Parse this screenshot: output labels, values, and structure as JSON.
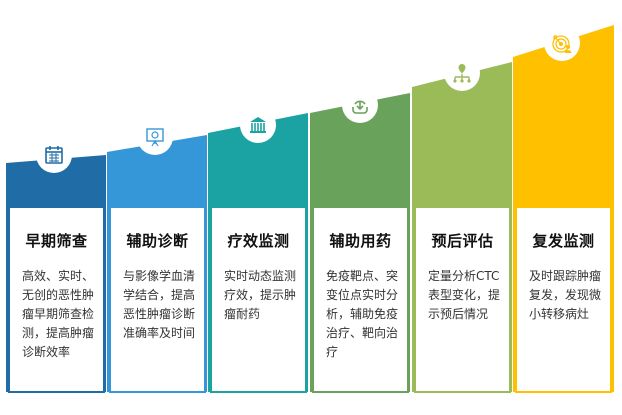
{
  "colors": [
    "#1f6ca6",
    "#3596d8",
    "#1aa3a2",
    "#68a25b",
    "#9bbb59",
    "#ffc000"
  ],
  "stages": [
    {
      "title": "早期筛查",
      "text": "高效、实时、无创的恶性肿瘤早期筛查检测，提高肿瘤诊断效率",
      "icon": "calendar-icon"
    },
    {
      "title": "辅助诊断",
      "text": "与影像学血清学结合，提高恶性肿瘤诊断准确率及时间",
      "icon": "presentation-board-icon"
    },
    {
      "title": "疗效监测",
      "text": "实时动态监测疗效，提示肿瘤耐药",
      "icon": "bank-building-icon"
    },
    {
      "title": "辅助用药",
      "text": "免疫靶点、突变位点实时分析，辅助免疫治疗、靶向治疗",
      "icon": "download-cloud-icon"
    },
    {
      "title": "预后评估",
      "text": "定量分析CTC表型变化，提示预后情况",
      "icon": "location-network-icon"
    },
    {
      "title": "复发监测",
      "text": "及时跟踪肿瘤复发，发现微小转移病灶",
      "icon": "target-user-icon"
    }
  ]
}
